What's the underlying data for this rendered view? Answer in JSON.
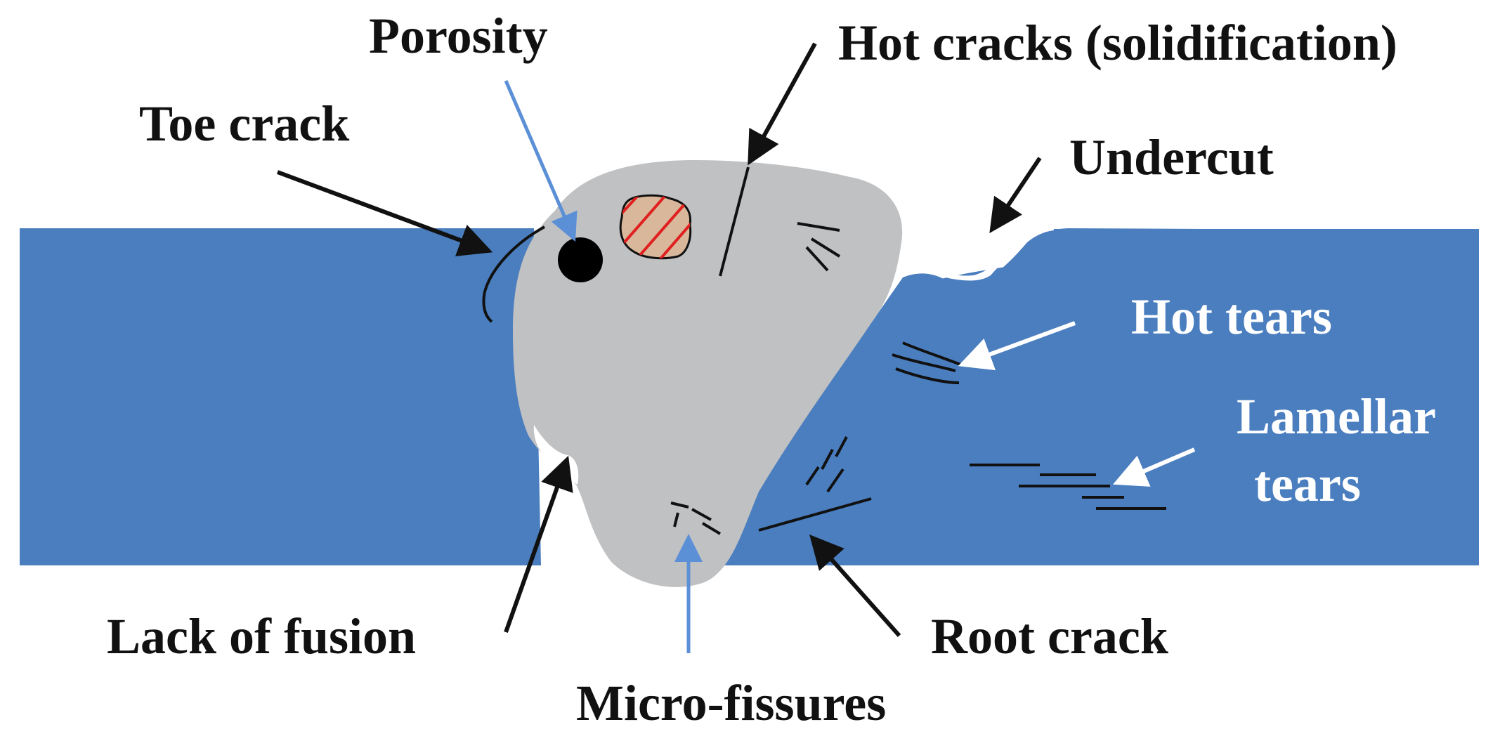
{
  "colors": {
    "plate": "#4a7ebf",
    "weld": "#c0c1c3",
    "crack_line": "#111111",
    "pointer_blue": "#5b8fd6",
    "white": "#ffffff",
    "inclusion_fill": "#d9b79a",
    "inclusion_hatch": "#e02020"
  },
  "labels": {
    "porosity": "Porosity",
    "hot_cracks": "Hot cracks (solidification)",
    "toe_crack": "Toe crack",
    "undercut": "Undercut",
    "hot_tears": "Hot tears",
    "lamellar_line1": "Lamellar",
    "lamellar_line2": "tears",
    "lack_of_fusion": "Lack of fusion",
    "root_crack": "Root crack",
    "micro_fissures": "Micro-fissures"
  }
}
